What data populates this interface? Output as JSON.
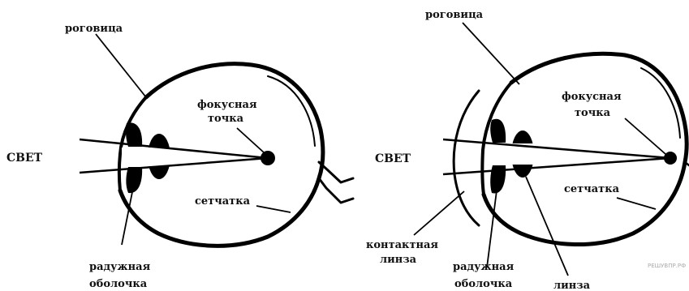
{
  "left_eye": {
    "cornea_label": "роговица",
    "focal_point_label_line1": "фокусная",
    "focal_point_label_line2": "точка",
    "light_label": "СВЕТ",
    "retina_label": "сетчатка",
    "iris_label_line1": "радужная",
    "iris_label_line2": "оболочка"
  },
  "right_eye": {
    "cornea_label": "роговица",
    "focal_point_label_line1": "фокусная",
    "focal_point_label_line2": "точка",
    "light_label": "СВЕТ",
    "retina_label": "сетчатка",
    "contact_lens_label_line1": "контактная",
    "contact_lens_label_line2": "линза",
    "iris_label_line1": "радужная",
    "iris_label_line2": "оболочка",
    "lens_label": "линза"
  },
  "watermark": "РЕШУВПР.РФ"
}
